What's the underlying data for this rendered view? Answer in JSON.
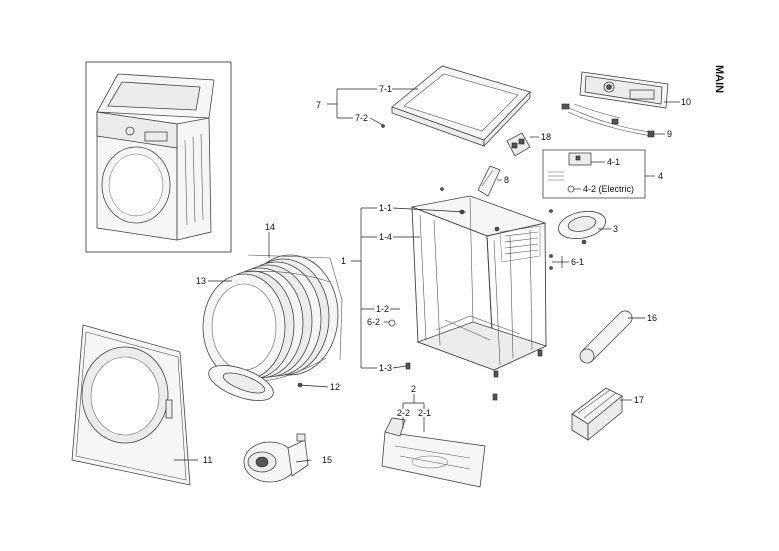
{
  "title": "MAIN",
  "labels": {
    "l1": "1",
    "l1_1": "1-1",
    "l1_2": "1-2",
    "l1_3": "1-3",
    "l1_4": "1-4",
    "l2": "2",
    "l2_1": "2-1",
    "l2_2": "2-2",
    "l3": "3",
    "l4": "4",
    "l4_1": "4-1",
    "l4_2": "4-2 (Electric)",
    "l6_1": "6-1",
    "l6_2": "6-2",
    "l7": "7",
    "l7_1": "7-1",
    "l7_2": "7-2",
    "l8": "8",
    "l9": "9",
    "l10": "10",
    "l11": "11",
    "l12": "12",
    "l13": "13",
    "l14": "14",
    "l15": "15",
    "l16": "16",
    "l17": "17",
    "l18": "18"
  }
}
